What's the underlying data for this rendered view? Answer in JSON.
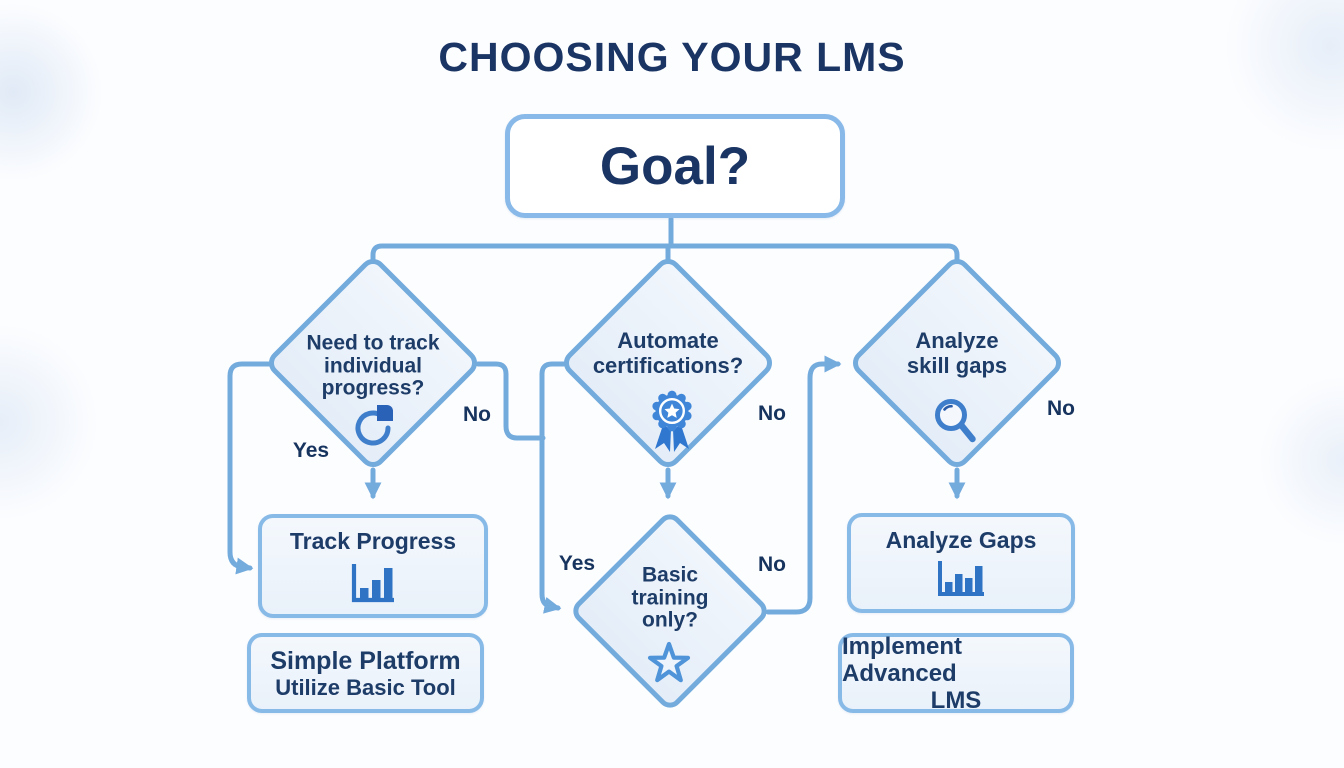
{
  "title": "CHOOSING YOUR LMS",
  "nodes": {
    "goal": {
      "label": "Goal?"
    },
    "q_track_progress": {
      "lines": [
        "Need to track",
        "individual",
        "progress?"
      ],
      "icon": "pie-chart"
    },
    "q_certifications": {
      "lines": [
        "Automate",
        "certifications?"
      ],
      "icon": "certificate-badge"
    },
    "q_skill_gaps": {
      "lines": [
        "Analyze",
        "skill gaps"
      ],
      "icon": "magnifying-glass"
    },
    "q_basic_training": {
      "lines": [
        "Basic",
        "training",
        "only?"
      ],
      "icon": "star-outline"
    },
    "r_track_progress": {
      "label": "Track Progress",
      "icon": "bar-chart"
    },
    "r_simple_platform": {
      "lines": [
        "Simple Platform",
        "Utilize Basic Tool"
      ]
    },
    "r_analyze_gaps": {
      "label": "Analyze Gaps",
      "icon": "bar-chart"
    },
    "r_advanced_lms": {
      "lines": [
        "Implement Advanced",
        "LMS"
      ]
    }
  },
  "edge_labels": {
    "track_yes": "Yes",
    "track_no": "No",
    "cert_no": "No",
    "basic_yes": "Yes",
    "basic_no": "No",
    "gaps_no": "No"
  },
  "colors": {
    "title_text": "#1a3464",
    "node_text": "#1d3c68",
    "connector": "#74abdd",
    "diamond_border": "#73abdd",
    "box_border": "#88bae7",
    "diamond_fill": "#eaf1f9",
    "box_fill": "#eef4fb",
    "icon_blue_dark": "#2a62b8",
    "icon_blue": "#2f73c5",
    "icon_blue_light": "#3f86d9"
  }
}
